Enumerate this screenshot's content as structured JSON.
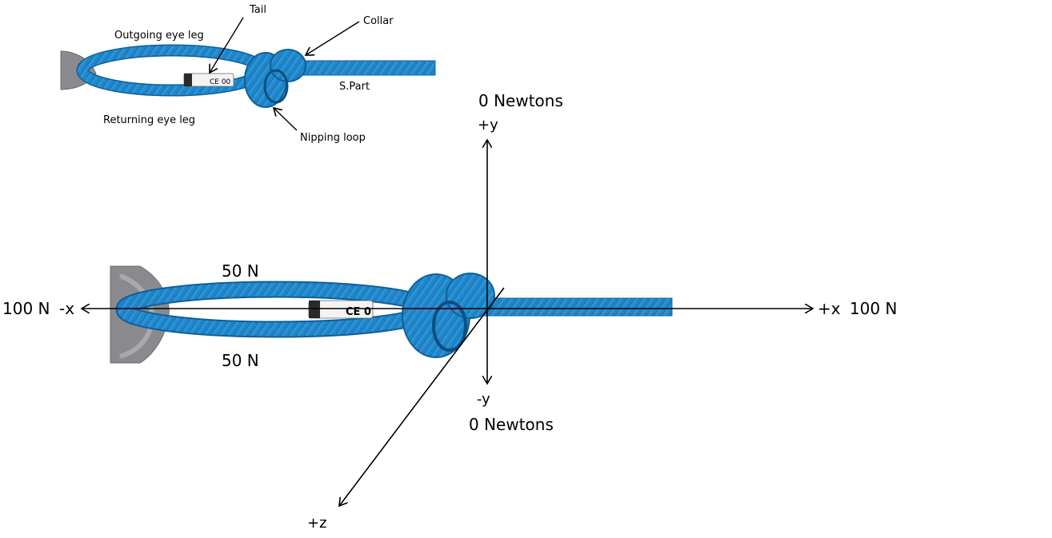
{
  "top_inset": {
    "tail": "Tail",
    "collar": "Collar",
    "outgoing": "Outgoing eye leg",
    "returning": "Returning eye leg",
    "spart": "S.Part",
    "nipping": "Nipping loop"
  },
  "axes": {
    "plus_y": "+y",
    "minus_y": "-y",
    "plus_x": "+x",
    "minus_x": "-x",
    "plus_z": "+z",
    "top_force": "0 Newtons",
    "bottom_force": "0 Newtons",
    "left_force": "100 N",
    "right_force": "100 N"
  },
  "loads": {
    "upper_leg": "50 N",
    "lower_leg": "50 N"
  },
  "tag_text": {
    "small": "CE 00",
    "large": "CE 0"
  },
  "colors": {
    "rope": "#1f84c8",
    "rope_dark": "#0f5f98",
    "rope_light": "#4aa8e0",
    "carabiner": "#8a8a8e",
    "arrow": "#000000"
  }
}
